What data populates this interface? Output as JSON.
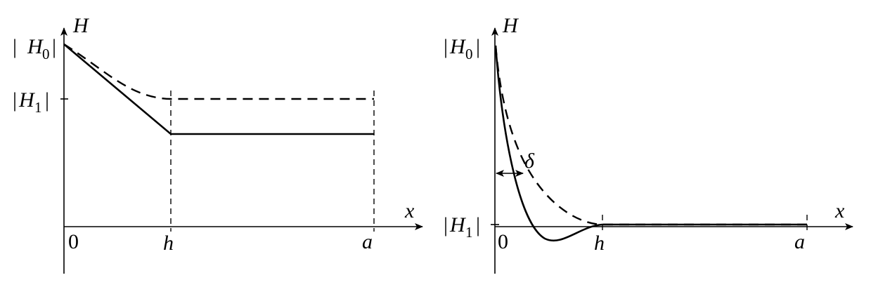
{
  "left": {
    "y_axis_label": "H",
    "x_axis_label": "x",
    "h0_label": "|H",
    "h0_sub": "0",
    "h1_label": "|H",
    "h1_sub": "1",
    "origin_label": "0",
    "h_label": "h",
    "a_label": "a"
  },
  "right": {
    "y_axis_label": "H",
    "x_axis_label": "x",
    "h0_label": "|H",
    "h0_sub": "0",
    "h1_label": "|H",
    "h1_sub": "1",
    "origin_label": "0",
    "h_label": "h",
    "a_label": "a",
    "delta_label": "δ"
  }
}
